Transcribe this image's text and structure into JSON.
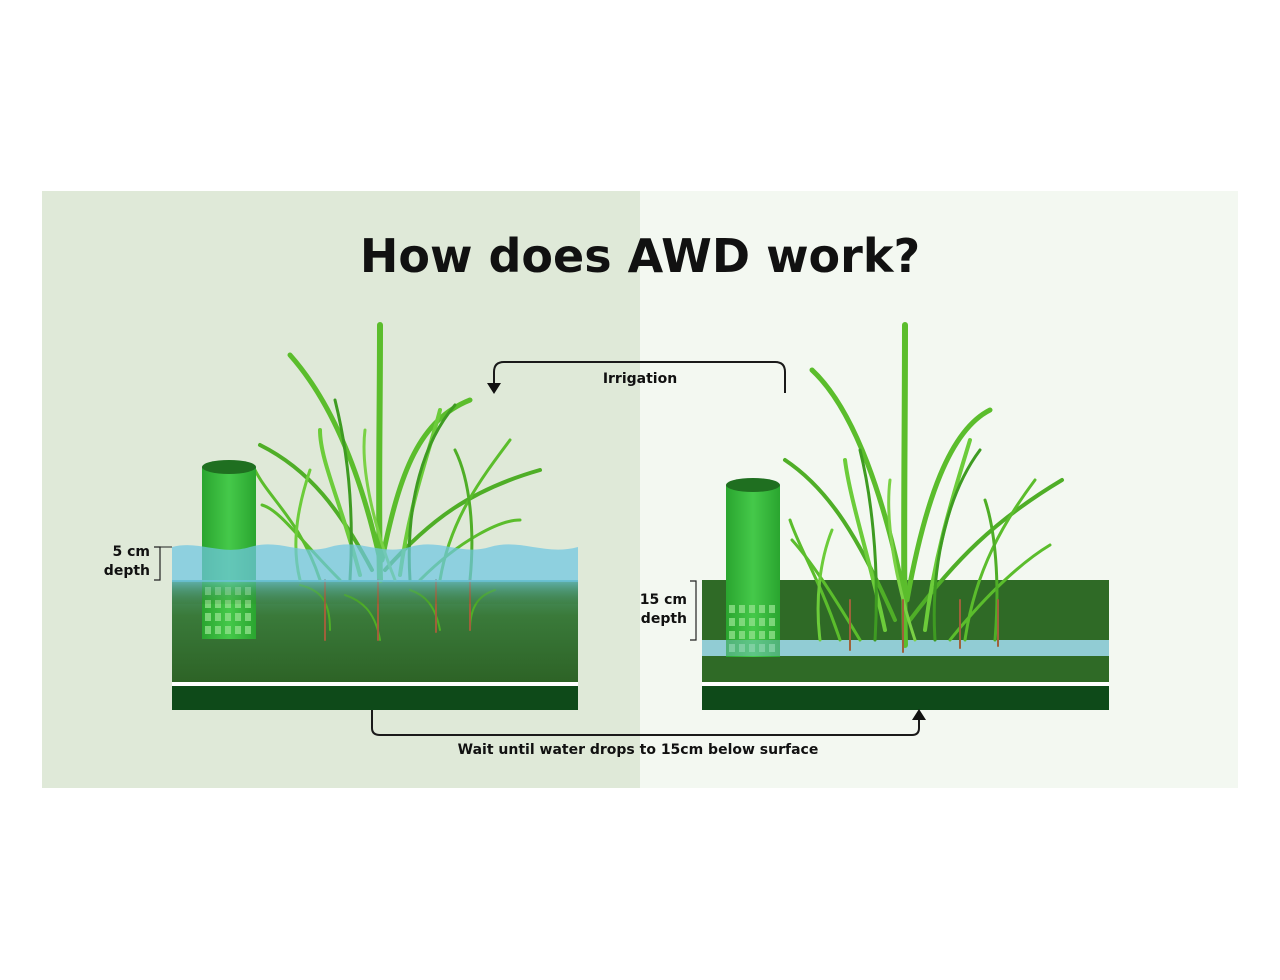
{
  "title": "How does AWD work?",
  "irrigation_label": "Irrigation",
  "wait_label": "Wait until water drops to 15cm below surface",
  "left": {
    "depth_value": "5 cm",
    "depth_word": "depth"
  },
  "right": {
    "depth_value": "15 cm",
    "depth_word": "depth"
  },
  "colors": {
    "left_bg": "#dfe9d8",
    "right_bg": "#f3f8f1",
    "water": "#6fc6e2",
    "soil_top": "#2f6a26",
    "soil_dark": "#0e4a19",
    "tube": "#35b43a",
    "leaf": "#5bbd2c"
  },
  "icons": [
    "arrow-down-icon",
    "arrow-up-icon"
  ]
}
